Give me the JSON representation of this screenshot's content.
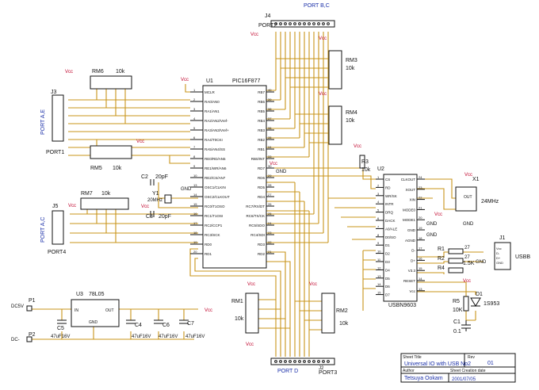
{
  "title_block": {
    "sheet_title_label": "Sheet Title",
    "sheet_title": "Universal IO with USB No2",
    "rev_label": "Rev",
    "rev": "01",
    "author_label": "Author",
    "author": "Tetsuya Ookam",
    "date_label": "Sheet Creation date",
    "date": "2001/07/05"
  },
  "power": {
    "vcc": "Vcc",
    "gnd": "GND",
    "dc5v": "DC5V",
    "dc_minus": "DC-"
  },
  "chips": {
    "u1": {
      "ref": "U1",
      "part": "PIC16F877",
      "left_pins": [
        {
          "num": "1",
          "name": "MCLR"
        },
        {
          "num": "2",
          "name": "RA0/AN0"
        },
        {
          "num": "3",
          "name": "RA1/AN1"
        },
        {
          "num": "4",
          "name": "RA2/AN2/Vref-"
        },
        {
          "num": "5",
          "name": "RA3/AN3/Vref+"
        },
        {
          "num": "6",
          "name": "RA4/T0CKI"
        },
        {
          "num": "7",
          "name": "RA5/AN4/SS"
        },
        {
          "num": "8",
          "name": "RE0/RD/AN5"
        },
        {
          "num": "9",
          "name": "RE1/WR/AN6"
        },
        {
          "num": "10",
          "name": "RE2/CS/AN7"
        },
        {
          "num": "13",
          "name": "OSC1/CLKIN"
        },
        {
          "num": "14",
          "name": "OSC2/CLKOUT"
        },
        {
          "num": "15",
          "name": "RC0/T1OSO"
        },
        {
          "num": "16",
          "name": "RC1/T1OSI"
        },
        {
          "num": "17",
          "name": "RC2/CCP1"
        },
        {
          "num": "18",
          "name": "RC3/SCK"
        },
        {
          "num": "19",
          "name": "RD0"
        },
        {
          "num": "20",
          "name": "RD1"
        }
      ],
      "right_pins": [
        {
          "num": "40",
          "name": "RB7"
        },
        {
          "num": "39",
          "name": "RB6"
        },
        {
          "num": "38",
          "name": "RB5"
        },
        {
          "num": "37",
          "name": "RB4"
        },
        {
          "num": "36",
          "name": "RB3"
        },
        {
          "num": "35",
          "name": "RB2"
        },
        {
          "num": "34",
          "name": "RB1"
        },
        {
          "num": "33",
          "name": "RB0/INT"
        },
        {
          "num": "30",
          "name": "RD7"
        },
        {
          "num": "29",
          "name": "RD6"
        },
        {
          "num": "28",
          "name": "RD5"
        },
        {
          "num": "27",
          "name": "RD4"
        },
        {
          "num": "26",
          "name": "RC7/RX/DT"
        },
        {
          "num": "25",
          "name": "RC6/TX/CK"
        },
        {
          "num": "24",
          "name": "RC5/SDO"
        },
        {
          "num": "23",
          "name": "RC4/SDI"
        },
        {
          "num": "22",
          "name": "RD3"
        },
        {
          "num": "21",
          "name": "RD2"
        }
      ]
    },
    "u2": {
      "ref": "U2",
      "part": "USBN9603",
      "left_pins": [
        {
          "num": "1",
          "name": "CS"
        },
        {
          "num": "2",
          "name": "RD"
        },
        {
          "num": "3",
          "name": "WR/SK"
        },
        {
          "num": "4",
          "name": "INTR"
        },
        {
          "num": "5",
          "name": "DRQ"
        },
        {
          "num": "6",
          "name": "DACK"
        },
        {
          "num": "7",
          "name": "A0/ALE"
        },
        {
          "num": "8",
          "name": "D0/SO"
        },
        {
          "num": "9",
          "name": "D1"
        },
        {
          "num": "10",
          "name": "D2"
        },
        {
          "num": "11",
          "name": "D3"
        },
        {
          "num": "12",
          "name": "D4"
        },
        {
          "num": "13",
          "name": "D5"
        },
        {
          "num": "14",
          "name": "D6"
        },
        {
          "num": "15",
          "name": "D7"
        }
      ],
      "right_pins": [
        {
          "num": "24",
          "name": "CLKOUT"
        },
        {
          "num": "23",
          "name": "XOUT"
        },
        {
          "num": "22",
          "name": "XIN"
        },
        {
          "num": "21",
          "name": "MODE0"
        },
        {
          "num": "20",
          "name": "MODE1"
        },
        {
          "num": "19",
          "name": "GND"
        },
        {
          "num": "18",
          "name": "AGND"
        },
        {
          "num": "17",
          "name": "D-"
        },
        {
          "num": "16",
          "name": "D+"
        },
        {
          "num": "15",
          "name": "V3.3"
        },
        {
          "num": "14",
          "name": "RESET"
        },
        {
          "num": "13",
          "name": "Vcc"
        }
      ]
    },
    "u3": {
      "ref": "U3",
      "part": "78L05",
      "in": "IN",
      "out": "OUT",
      "gnd": "GND"
    }
  },
  "connectors": {
    "j1": {
      "ref": "J1",
      "label": "USBB",
      "pins": [
        "Vcc",
        "D-",
        "D+",
        "GND"
      ]
    },
    "j2": {
      "ref": "J2",
      "label": "PORT D",
      "label2": "PORT3"
    },
    "j3": {
      "ref": "J3",
      "label": "PORT A,E",
      "label2": "PORT1"
    },
    "j4": {
      "ref": "J4",
      "label": "PORT B,C",
      "label2": "PORT2"
    },
    "j5": {
      "ref": "J5",
      "label": "PORT A,C",
      "label2": "PORT4"
    },
    "p1": {
      "ref": "P1"
    },
    "p2": {
      "ref": "P2"
    }
  },
  "components": {
    "rm1": {
      "ref": "RM1",
      "value": "10k"
    },
    "rm2": {
      "ref": "RM2",
      "value": "10k"
    },
    "rm3": {
      "ref": "RM3",
      "value": "10k"
    },
    "rm4": {
      "ref": "RM4",
      "value": "10k"
    },
    "rm5": {
      "ref": "RM5",
      "value": "10k"
    },
    "rm6": {
      "ref": "RM6",
      "value": "10k"
    },
    "rm7": {
      "ref": "RM7",
      "value": "10k"
    },
    "r1": {
      "ref": "R1",
      "value": "27"
    },
    "r2": {
      "ref": "R2",
      "value": "27"
    },
    "r3": {
      "ref": "R3",
      "value": "10k"
    },
    "r4": {
      "ref": "R4",
      "value": "1.5K"
    },
    "r5": {
      "ref": "R5",
      "value": "10K"
    },
    "c1": {
      "ref": "C1",
      "value": "0.1"
    },
    "c2": {
      "ref": "C2",
      "value": "20pF"
    },
    "c3": {
      "ref": "C3",
      "value": "20pF"
    },
    "c4": {
      "ref": "C4",
      "value": "47uF16V"
    },
    "c5": {
      "ref": "C5",
      "value": "47uF16V"
    },
    "c6": {
      "ref": "C6",
      "value": "47uF16V"
    },
    "c7": {
      "ref": "C7",
      "value": "47uF16V"
    },
    "d1": {
      "ref": "D1",
      "value": "1S953"
    },
    "x1": {
      "ref": "X1",
      "value": "24MHz",
      "out": "OUT"
    },
    "y1": {
      "ref": "Y1",
      "value": "20MHz"
    }
  },
  "colors": {
    "wire": "#c8941a",
    "label": "#1a2fa8",
    "power": "#c0002a",
    "part": "#111111"
  }
}
